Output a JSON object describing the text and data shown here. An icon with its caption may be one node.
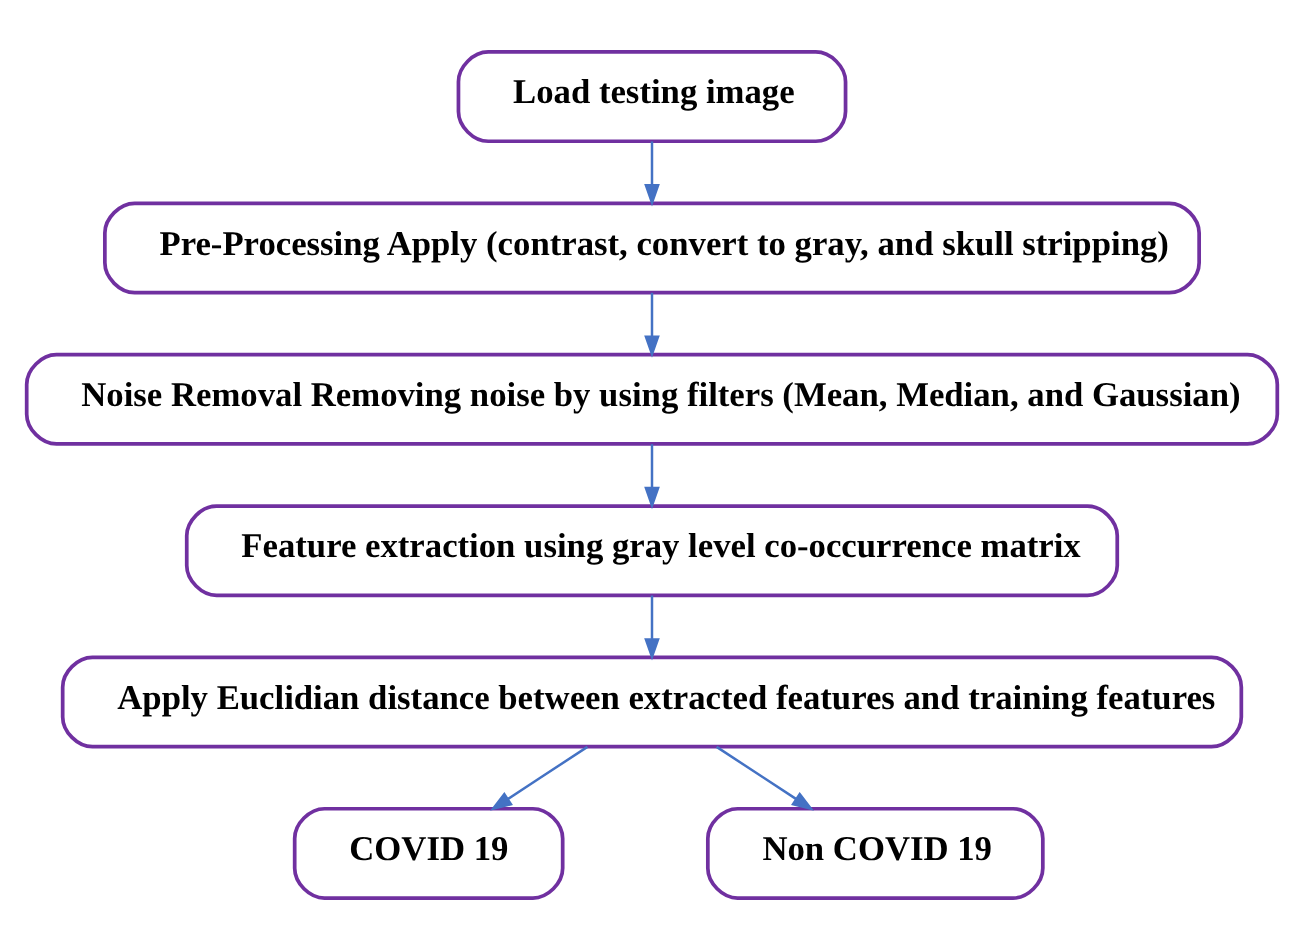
{
  "diagram": {
    "nodes": [
      {
        "text": [
          "Load testing image"
        ]
      },
      {
        "text": [
          "Pre-Processing Apply (contrast, convert to gray, and skull stripping)"
        ]
      },
      {
        "text": [
          "Noise Removal Removing noise by using filters (Mean, Median, and Gaussian)"
        ]
      },
      {
        "text": [
          "Feature extraction using gray level co-occurrence matrix"
        ]
      },
      {
        "text": [
          "Apply Euclidian distance between extracted features and training features"
        ]
      },
      {
        "text": [
          "COVID 19"
        ]
      },
      {
        "text": [
          "Non COVID 19"
        ]
      }
    ],
    "edges": [
      {
        "from": 0,
        "to": 1,
        "arrow": "to"
      },
      {
        "from": 1,
        "to": 2,
        "arrow": "to"
      },
      {
        "from": 2,
        "to": 3,
        "arrow": "to"
      },
      {
        "from": 3,
        "to": 4,
        "arrow": "to"
      },
      {
        "from": 4,
        "to": 5,
        "arrow": "to"
      },
      {
        "from": 4,
        "to": 6,
        "arrow": "to"
      }
    ]
  }
}
